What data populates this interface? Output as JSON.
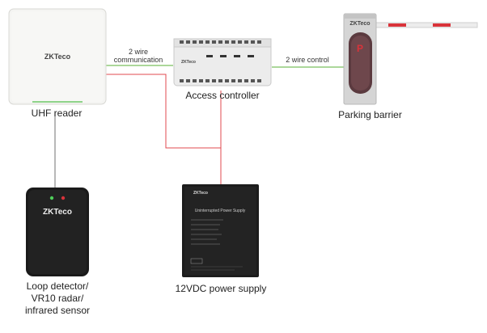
{
  "nodes": {
    "uhf_reader": {
      "label": "UHF reader",
      "brand": "ZKTeco"
    },
    "access_controller": {
      "label": "Access controller",
      "brand": "ZKTeco"
    },
    "parking_barrier": {
      "label": "Parking barrier",
      "brand": "ZKTeco",
      "letter": "P"
    },
    "loop_detector": {
      "label_lines": [
        "Loop detector/",
        "VR10 radar/",
        "infrared sensor"
      ],
      "brand": "ZKTeco"
    },
    "power_supply": {
      "label": "12VDC power supply",
      "brand": "ZKTeco",
      "title": "Uninterrupted Power Supply"
    }
  },
  "connections": {
    "reader_to_controller": {
      "label_lines": [
        "2 wire",
        "communication"
      ],
      "color": "#7bbf5e"
    },
    "controller_to_barrier": {
      "label": "2 wire control",
      "color": "#7bbf5e"
    },
    "power_line": {
      "color": "#e0484f"
    },
    "detector_line": {
      "color": "#777777"
    }
  }
}
